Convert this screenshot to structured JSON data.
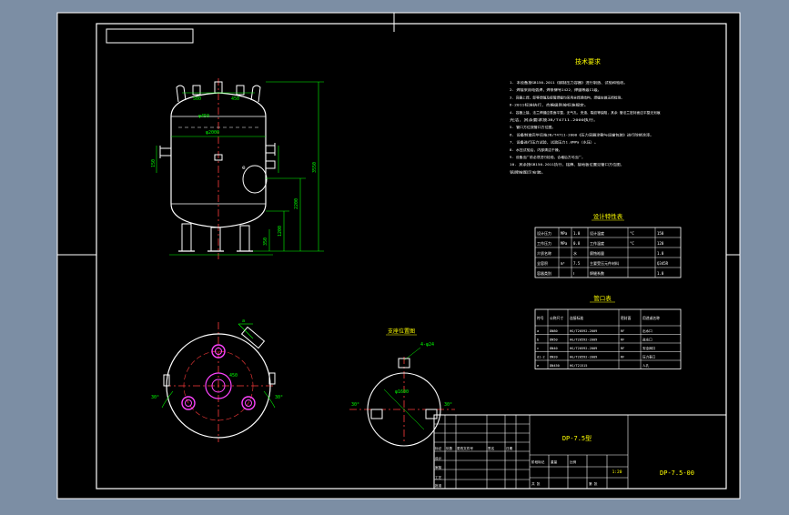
{
  "colors": {
    "viewport_bg": "#7c8ea4",
    "sheet": "#000000",
    "frame": "#ffffff",
    "vessel": "#ffffff",
    "dimension": "#00ff00",
    "centerline": "#ff3b3b",
    "text": "#ffff00",
    "nozzle": "#ff44ff",
    "aux": "#00ffff"
  },
  "drawing": {
    "tech_title": "技术要求",
    "tech_lines": [
      "1. 本设备按GB150-2011《钢制压力容器》进行制造、试验和验收。",
      "2. 焊接采用电弧焊，焊条牌号J422，焊缝等级II级。",
      "3. 容器上焊、卸等焊缝及接管焊缝均采用全焊透结构，焊缝应做无损检测。",
      "   Ⅱ-2011标准执行，合格级别按标准规定。",
      "4. 容器上接、法兰焊缝应表面平整，无气孔、夹渣、裂纹等缺陷，其余 管法兰密封面应平整无划痕",
      "   光洁，其余要求按JB/T4711-2000执行。",
      "5. 管口方位按管口方位图。",
      "6. 设备制造完毕后按JB/T4711-2000《压力容器涂敷与运输包装》进行除锈涂漆。",
      "7. 设备进行压力试验，试验压力1.0MPa（水压）。",
      "8. 水压试验后，内部清洁干燥。",
      "9. 设备出厂前必须进行检验，合格后方可出厂。",
      "10. 其余按GB150-2011执行，铭牌、接地板位置见管口方位图，",
      "   铭牌按图示安装。"
    ],
    "design_title": "设计特性表",
    "design_table": [
      [
        "设计压力",
        "MPa",
        "1.0",
        "设计温度",
        "°C",
        "150"
      ],
      [
        "工作压力",
        "MPa",
        "0.8",
        "工作温度",
        "°C",
        "120"
      ],
      [
        "介质名称",
        "",
        "水",
        "腐蚀裕量",
        "",
        "1.0"
      ],
      [
        "全容积",
        "m³",
        "7.5",
        "主要受压元件材料",
        "",
        "Q345R"
      ],
      [
        "容器类别",
        "",
        "Ⅰ",
        "焊缝系数",
        "",
        "1.0"
      ]
    ],
    "nozzle_title": "管口表",
    "nozzle_header": [
      "符号",
      "公称尺寸",
      "连接标准",
      "密封面",
      "用途或名称"
    ],
    "nozzle_table": [
      [
        "a",
        "DN80",
        "HG/T20592-2009",
        "RF",
        "出水口"
      ],
      [
        "b",
        "DN50",
        "HG/T20592-2009",
        "RF",
        "进水口"
      ],
      [
        "c",
        "DN40",
        "HG/T20592-2009",
        "RF",
        "安全阀口"
      ],
      [
        "d1-2",
        "DN20",
        "HG/T20592-2009",
        "RF",
        "压力表口"
      ],
      [
        "e",
        "DN450",
        "HG/T21515",
        "",
        "人孔"
      ]
    ],
    "title_block": {
      "drawing_name": "DP-7.5型",
      "drawing_no": "DP-7.5-00",
      "scale": "1:20",
      "cells": [
        "标记",
        "处数",
        "更改文件号",
        "签名",
        "日期",
        "设计",
        "审核",
        "工艺",
        "批准",
        "阶段标记",
        "重量",
        "比例",
        "共 张",
        "第 张"
      ]
    },
    "labels": {
      "diameter": "φ2000",
      "height_total": "3550",
      "height_shell": "2200",
      "height_leg": "350",
      "height_mid": "1200",
      "nozzle_dim_a": "500",
      "nozzle_dim_b": "450",
      "leg_dim": "150",
      "plan_dim": "φ450",
      "angle_a": "30°",
      "angle_b": "30°",
      "support_title": "支座位置图",
      "support_dim": "φ1600",
      "support_note": "4-φ24",
      "manhole": "e",
      "plan_leader": "a"
    }
  }
}
